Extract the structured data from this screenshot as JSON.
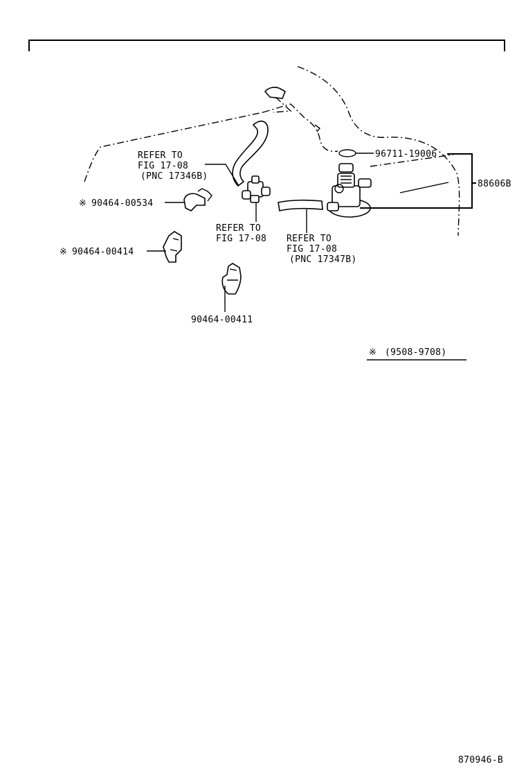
{
  "refer_labels": [
    {
      "line1": "REFER TO",
      "line2": "FIG 17-08",
      "line3": "(PNC 17346B)"
    },
    {
      "line1": "REFER TO",
      "line2": "FIG 17-08",
      "line3": ""
    },
    {
      "line1": "REFER TO",
      "line2": "FIG 17-08",
      "line3": "(PNC 17347B)"
    }
  ],
  "parts": {
    "clamp_a": "90464-00534",
    "clamp_b": "90464-00414",
    "clamp_c": "90464-00411",
    "gasket": "96711-19006",
    "valve_assy": "88606B"
  },
  "marker_symbol": "※",
  "legend_range": "(9508-9708)",
  "figure_code": "870946-B"
}
